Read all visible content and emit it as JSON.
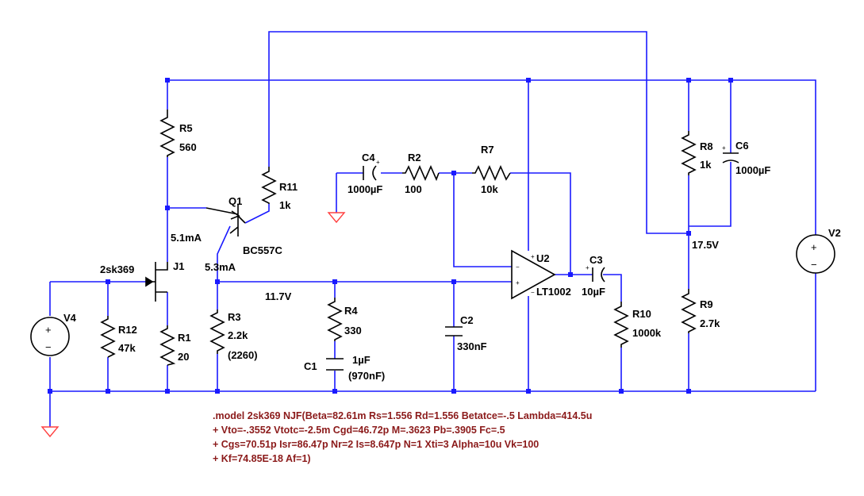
{
  "schematic": {
    "components": {
      "r5": {
        "ref": "R5",
        "value": "560"
      },
      "r11": {
        "ref": "R11",
        "value": "1k"
      },
      "q1": {
        "ref": "Q1",
        "model": "BC557C"
      },
      "j1": {
        "ref": "J1",
        "model": "2sk369"
      },
      "r12": {
        "ref": "R12",
        "value": "47k"
      },
      "r1": {
        "ref": "R1",
        "value": "20"
      },
      "r3": {
        "ref": "R3",
        "value": "2.2k",
        "note": "(2260)"
      },
      "r4": {
        "ref": "R4",
        "value": "330"
      },
      "c1": {
        "ref": "C1",
        "value": "1µF",
        "note": "(970nF)"
      },
      "c4": {
        "ref": "C4",
        "value": "1000µF"
      },
      "r2": {
        "ref": "R2",
        "value": "100"
      },
      "r7": {
        "ref": "R7",
        "value": "10k"
      },
      "c2": {
        "ref": "C2",
        "value": "330nF"
      },
      "u2": {
        "ref": "U2",
        "model": "LT1002"
      },
      "c3": {
        "ref": "C3",
        "value": "10µF"
      },
      "r10": {
        "ref": "R10",
        "value": "1000k"
      },
      "r8": {
        "ref": "R8",
        "value": "1k"
      },
      "c6": {
        "ref": "C6",
        "value": "1000µF"
      },
      "r9": {
        "ref": "R9",
        "value": "2.7k"
      },
      "v2": {
        "ref": "V2"
      },
      "v4": {
        "ref": "V4"
      }
    },
    "annotations": {
      "i_j1": "5.1mA",
      "i_q1": "5.3mA",
      "v_node1": "11.7V",
      "v_node2": "17.5V"
    },
    "spice_directive": [
      ".model 2sk369 NJF(Beta=82.61m Rs=1.556 Rd=1.556 Betatce=-.5 Lambda=414.5u",
      "+ Vto=-.3552 Vtotc=-2.5m Cgd=46.72p M=.3623 Pb=.3905 Fc=.5",
      "+ Cgs=70.51p Isr=86.47p Nr=2 Is=8.647p N=1 Xti=3 Alpha=10u Vk=100",
      "+ Kf=74.85E-18 Af=1)"
    ],
    "symbols": {
      "plus": "+",
      "minus": "−"
    },
    "colors": {
      "wire": "#1a1aff",
      "component": "#000000",
      "ground": "#ff4040",
      "directive": "#8b1a1a"
    }
  }
}
